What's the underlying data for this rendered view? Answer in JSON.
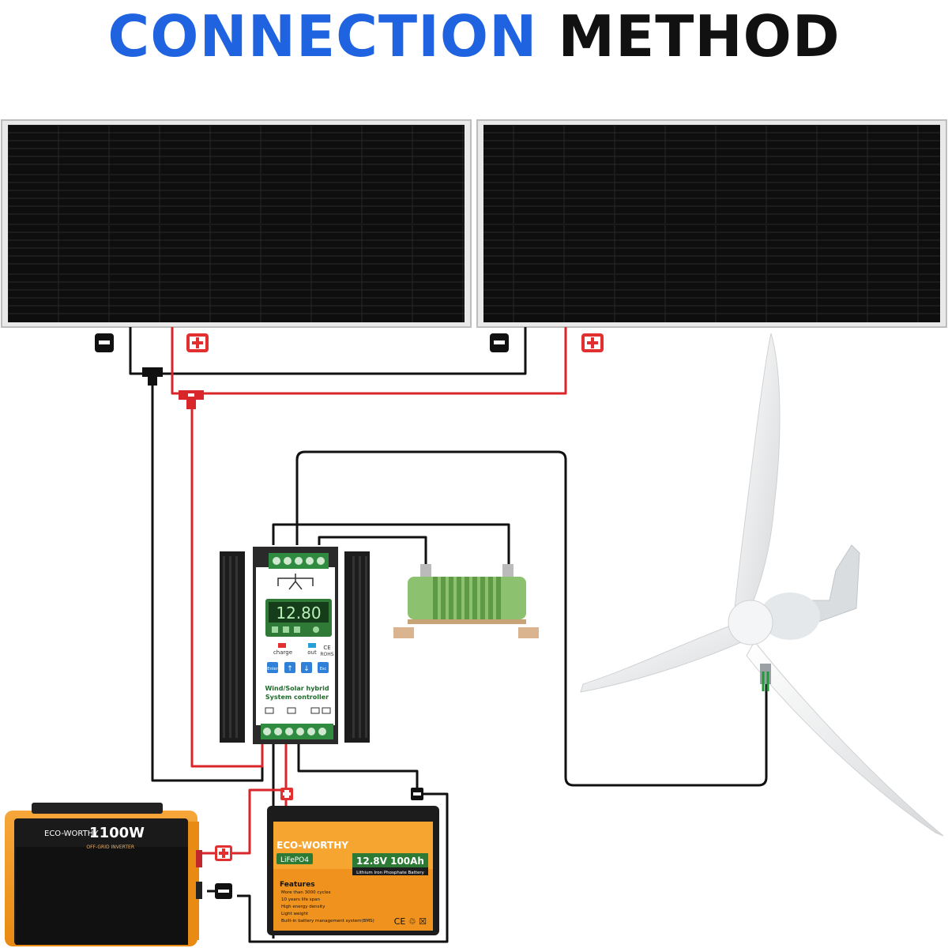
{
  "title": {
    "word1": "CONNECTION",
    "word2": "METHOD"
  },
  "colors": {
    "title_blue": "#1f63e0",
    "wire_red": "#d9262a",
    "wire_black": "#111111",
    "battery_orange": "#f0921e",
    "lcd_green": "#3a8a3a",
    "resistor_green": "#6aa84f"
  },
  "terminals": {
    "neg": "−",
    "pos": "+"
  },
  "controller": {
    "lcd": "12.80",
    "charge": "charge",
    "out": "out",
    "rohs": "ROHS",
    "ce": "CE",
    "btn_enter": "Enter",
    "btn_up": "↑",
    "btn_down": "↓",
    "btn_esc": "Esc",
    "name1": "Wind/Solar hybrid",
    "name2": "System controller"
  },
  "inverter": {
    "brand": "ECO-WORTHY",
    "power": "1100W",
    "type": "OFF-GRID INVERTER"
  },
  "battery": {
    "brand": "ECO-WORTHY",
    "chem": "LiFePO4",
    "spec": "12.8V 100Ah",
    "sub": "Lithium Iron Phosphate Battery",
    "features_title": "Features",
    "features": [
      "More than 3000 cycles",
      "10 years life span",
      "High energy density",
      "Light weight",
      "Built-in battery management system(BMS)"
    ],
    "marks": "CE ♲ ☒"
  }
}
